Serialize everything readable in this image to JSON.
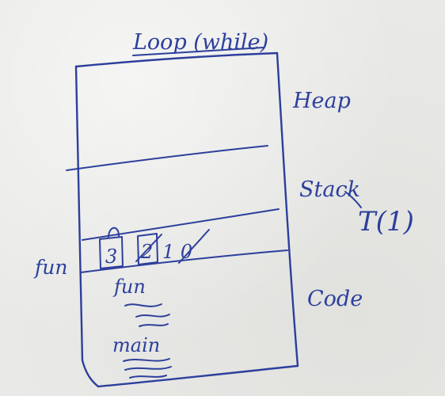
{
  "colors": {
    "ink": "#2d3f9c",
    "board": "#e9e9e7"
  },
  "labels": {
    "title": "Loop (while)",
    "heap": "Heap",
    "stack": "Stack",
    "complexity": "T(1)",
    "code": "Code",
    "frame_pointer": "fun",
    "code_fun": "fun",
    "code_main": "main"
  },
  "stack_frame": {
    "left_box_value": "3",
    "right_box_value": "2",
    "trailing_values": "1 0"
  }
}
